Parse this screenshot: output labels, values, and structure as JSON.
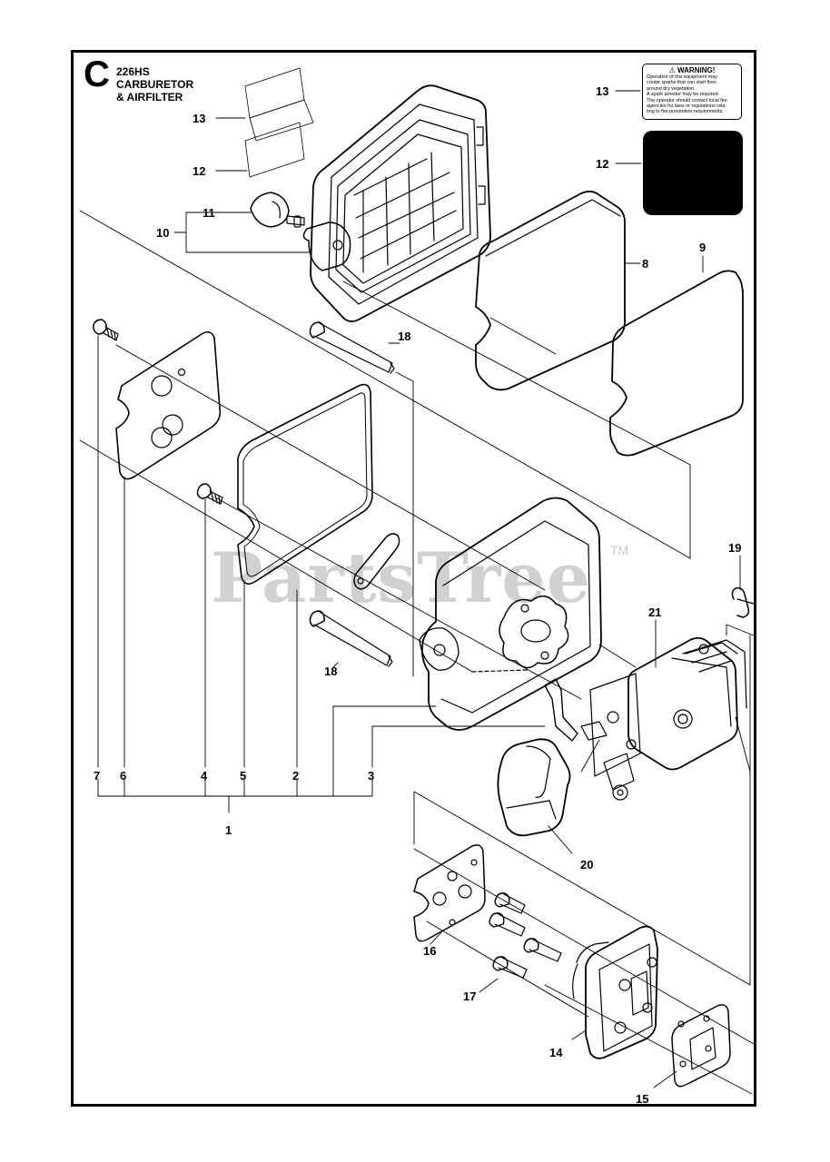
{
  "section": {
    "letter": "C",
    "model": "226HS",
    "title_line1": "CARBURETOR",
    "title_line2": "& AIRFILTER"
  },
  "warning_label": {
    "title": "WARNING!",
    "text": "Operation of this equipment may\ncreate sparks that can start fires\naround dry vegetation.\nA spark arrestor may be required.\nThe operator should contact local fire\nagencies for laws or regulations rela-\nting to fire prevention requirements."
  },
  "watermark": {
    "text": "PartsTree",
    "tm": "TM"
  },
  "callouts": {
    "c1": "1",
    "c2": "2",
    "c3": "3",
    "c4": "4",
    "c5": "5",
    "c6": "6",
    "c7": "7",
    "c8": "8",
    "c9": "9",
    "c10": "10",
    "c11": "11",
    "c12_left": "12",
    "c12_right": "12",
    "c13_left": "13",
    "c13_right": "13",
    "c14": "14",
    "c15": "15",
    "c16": "16",
    "c17": "17",
    "c18_top": "18",
    "c18_bottom": "18",
    "c19": "19",
    "c20": "20",
    "c21": "21"
  }
}
